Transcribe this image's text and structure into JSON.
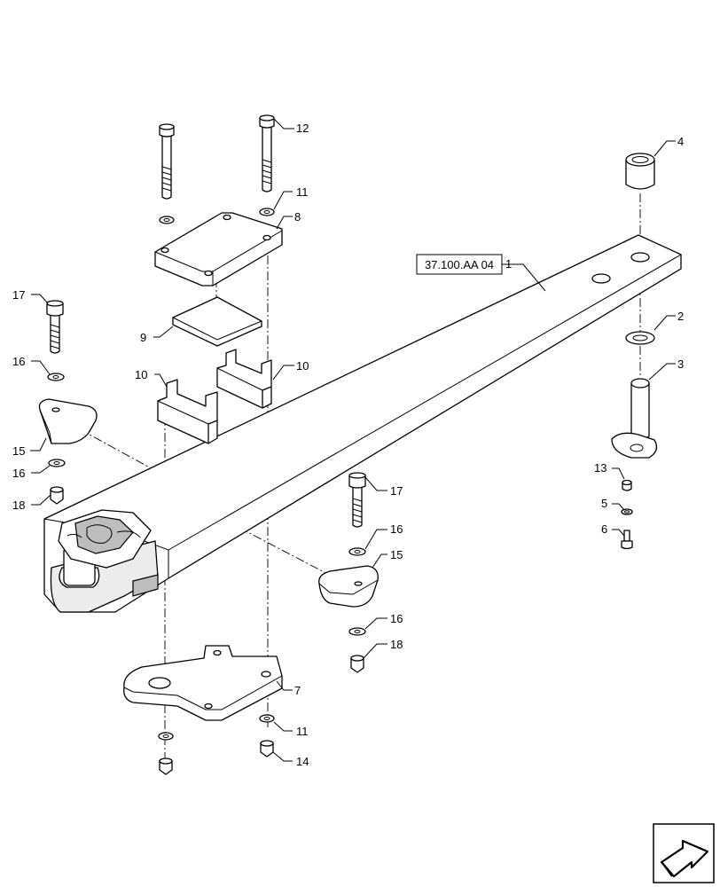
{
  "reference": {
    "label": "37.100.AA 04"
  },
  "callouts": [
    {
      "id": "c1",
      "label": "1"
    },
    {
      "id": "c2",
      "label": "2"
    },
    {
      "id": "c3",
      "label": "3"
    },
    {
      "id": "c4",
      "label": "4"
    },
    {
      "id": "c5",
      "label": "5"
    },
    {
      "id": "c6",
      "label": "6"
    },
    {
      "id": "c7",
      "label": "7"
    },
    {
      "id": "c8",
      "label": "8"
    },
    {
      "id": "c9",
      "label": "9"
    },
    {
      "id": "c10a",
      "label": "10"
    },
    {
      "id": "c10b",
      "label": "10"
    },
    {
      "id": "c11a",
      "label": "11"
    },
    {
      "id": "c11b",
      "label": "11"
    },
    {
      "id": "c12",
      "label": "12"
    },
    {
      "id": "c13",
      "label": "13"
    },
    {
      "id": "c14",
      "label": "14"
    },
    {
      "id": "c15a",
      "label": "15"
    },
    {
      "id": "c15b",
      "label": "15"
    },
    {
      "id": "c16a",
      "label": "16"
    },
    {
      "id": "c16b",
      "label": "16"
    },
    {
      "id": "c16c",
      "label": "16"
    },
    {
      "id": "c16d",
      "label": "16"
    },
    {
      "id": "c17a",
      "label": "17"
    },
    {
      "id": "c17b",
      "label": "17"
    },
    {
      "id": "c18a",
      "label": "18"
    },
    {
      "id": "c18b",
      "label": "18"
    }
  ],
  "nav_icon": {
    "name": "navigation-arrow-icon"
  }
}
